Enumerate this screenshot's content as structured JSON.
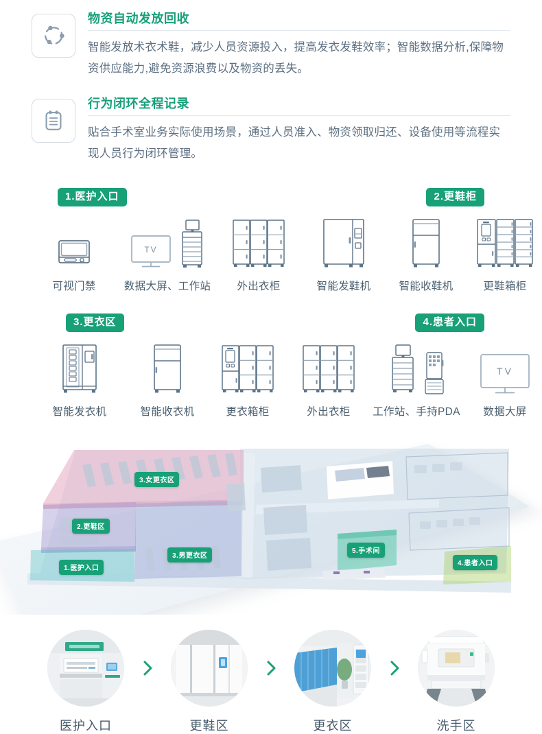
{
  "features": [
    {
      "icon": "recycle-circle-icon",
      "title": "物资自动发放回收",
      "text": "智能发放术衣术鞋，减少人员资源投入，提高发衣发鞋效率；智能数据分析,保障物资供应能力,避免资源浪费以及物资的丢失。"
    },
    {
      "icon": "clipboard-icon",
      "title": "行为闭环全程记录",
      "text": "贴合手术室业务实际使用场景，通过人员准入、物资领取归还、设备使用等流程实现人员行为闭环管理。"
    }
  ],
  "zones": [
    {
      "badge_left": "1.医护入口",
      "badge_right": "2.更鞋柜",
      "items_left": [
        {
          "icon": "door-access-terminal-icon",
          "label": "可视门禁"
        },
        {
          "icon": "tv-screen-icon",
          "label": "数据大屏、工作站",
          "second_icon": "workstation-cart-icon"
        },
        {
          "icon": "locker-3x3-icon",
          "label": "外出衣柜"
        }
      ],
      "items_right": [
        {
          "icon": "shoe-dispenser-icon",
          "label": "智能发鞋机"
        },
        {
          "icon": "shoe-collector-icon",
          "label": "智能收鞋机"
        },
        {
          "icon": "shoe-locker-bank-icon",
          "label": "更鞋箱柜"
        }
      ]
    },
    {
      "badge_left": "3.更衣区",
      "badge_right": "4.患者入口",
      "items_left": [
        {
          "icon": "gown-dispenser-icon",
          "label": "智能发衣机"
        },
        {
          "icon": "gown-collector-icon",
          "label": "智能收衣机"
        },
        {
          "icon": "gown-locker-bank-icon",
          "label": "更衣箱柜"
        }
      ],
      "items_right": [
        {
          "icon": "locker-3x3-icon",
          "label": "外出衣柜"
        },
        {
          "icon": "workstation-cart-icon",
          "label": "工作站、手持PDA",
          "second_icon": "handheld-pda-icon"
        },
        {
          "icon": "tv-screen-icon",
          "label": "数据大屏"
        }
      ]
    }
  ],
  "floorplan": {
    "labels": [
      {
        "id": "female-changing",
        "text": "3.女更衣区"
      },
      {
        "id": "shoe-change",
        "text": "2.更鞋区"
      },
      {
        "id": "male-changing",
        "text": "3.男更衣区"
      },
      {
        "id": "staff-entrance",
        "text": "1.医护入口"
      },
      {
        "id": "operating-room",
        "text": "5.手术间"
      },
      {
        "id": "patient-entrance",
        "text": "4.患者入口"
      }
    ],
    "zone_colors": {
      "female_changing": "#e7b6c8",
      "shoe_change": "#bfb4dd",
      "male_changing": "#b9c2e2",
      "staff_entrance": "#9fd6d9",
      "operating_room": "#86d4bd",
      "patient_entrance": "#bcd98f",
      "neutral": "#cfdce8"
    }
  },
  "flow": {
    "steps": [
      {
        "photo": "hospital-entrance-photo",
        "label": "医护入口"
      },
      {
        "photo": "shoe-change-door-photo",
        "label": "更鞋区"
      },
      {
        "photo": "locker-corridor-photo",
        "label": "更衣区"
      },
      {
        "photo": "hand-wash-station-photo",
        "label": "洗手区"
      }
    ],
    "arrow_icon": "chevron-right-icon",
    "accent": "#18a077"
  },
  "theme": {
    "accent_green": "#18a077",
    "line_gray": "#5d7488",
    "text_gray": "#5d7082",
    "caption_gray": "#4c6070",
    "divider": "#e3b98f"
  }
}
